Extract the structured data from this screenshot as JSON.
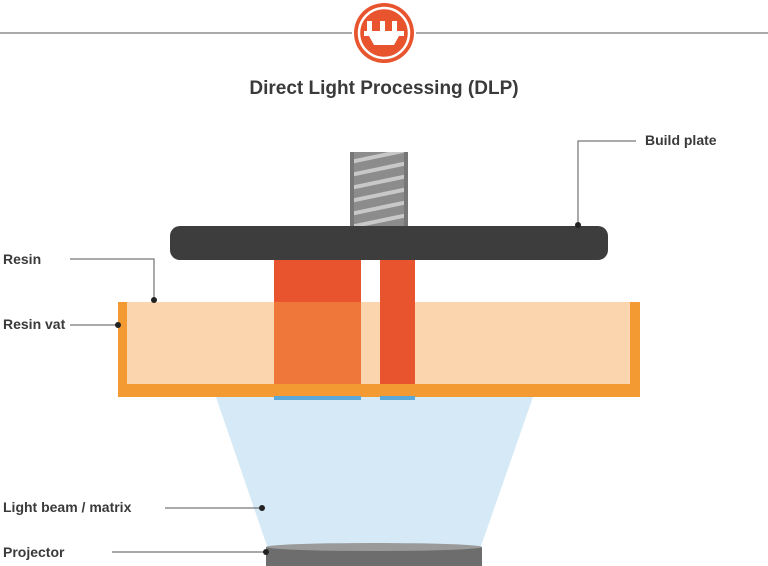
{
  "title": "Direct Light Processing (DLP)",
  "header_icon": "dlp-printer-icon",
  "colors": {
    "accent": "#e8542e",
    "plate": "#3d3d3d",
    "resin": "#fad5ae",
    "vat": "#f49a33",
    "light": "#d5eaf6",
    "projector": "#6d6d6d"
  },
  "labels": {
    "build_plate": "Build plate",
    "resin": "Resin",
    "resin_vat": "Resin vat",
    "light_beam": "Light beam / matrix",
    "projector": "Projector"
  }
}
